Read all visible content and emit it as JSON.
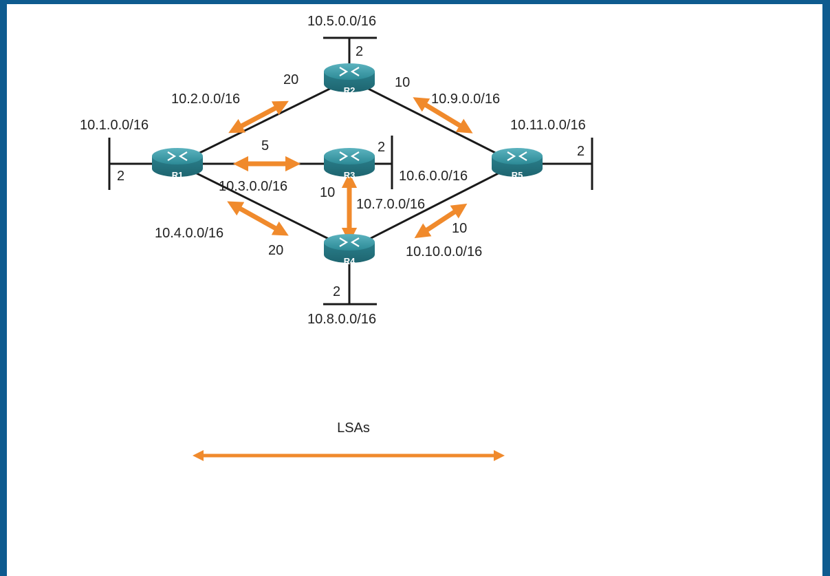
{
  "routers": [
    {
      "id": "r1",
      "label": "R1"
    },
    {
      "id": "r2",
      "label": "R2"
    },
    {
      "id": "r3",
      "label": "R3"
    },
    {
      "id": "r4",
      "label": "R4"
    },
    {
      "id": "r5",
      "label": "R5"
    }
  ],
  "networks": {
    "n1": "10.1.0.0/16",
    "n2": "10.2.0.0/16",
    "n3": "10.3.0.0/16",
    "n4": "10.4.0.0/16",
    "n5": "10.5.0.0/16",
    "n6": "10.6.0.0/16",
    "n7": "10.7.0.0/16",
    "n8": "10.8.0.0/16",
    "n9": "10.9.0.0/16",
    "n10": "10.10.0.0/16",
    "n11": "10.11.0.0/16"
  },
  "costs": {
    "r1_r2": "20",
    "r2_r5": "10",
    "r1_r3": "5",
    "r3_r4": "10",
    "r1_r4": "20",
    "r4_r5": "10",
    "r1_lan": "2",
    "r2_lan": "2",
    "r3_lan": "2",
    "r4_lan": "2",
    "r5_lan": "2"
  },
  "legend": {
    "label": "LSAs"
  },
  "colors": {
    "frame": "#0e5b8f",
    "lsa_arrow": "#f08a2c",
    "router_body": "#2c8a96",
    "link": "#1a1a1a"
  }
}
